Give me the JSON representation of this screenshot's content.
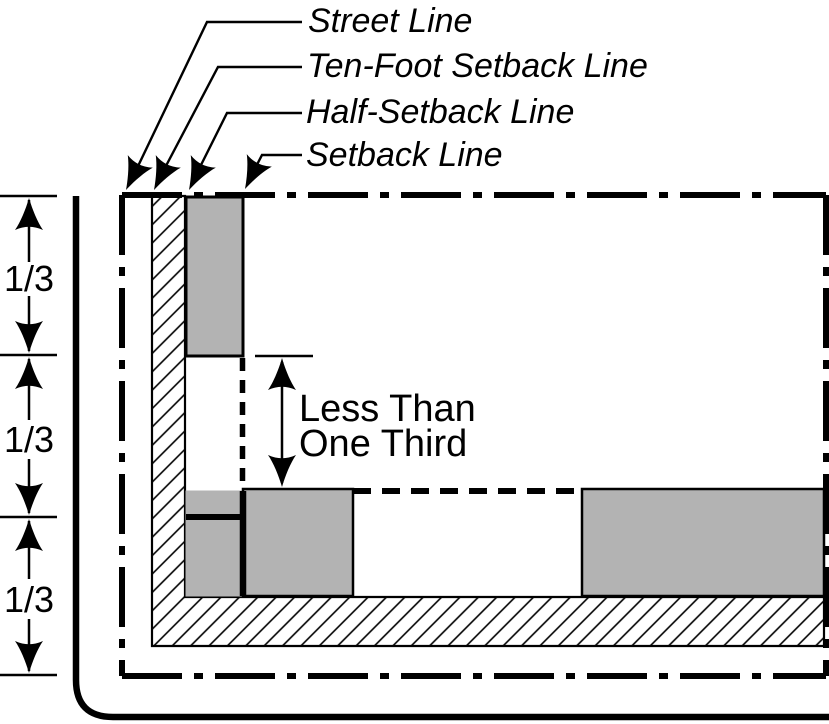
{
  "diagram": {
    "type": "zoning-setback-corner-lot-diagram",
    "callouts": {
      "street_line": "Street Line",
      "ten_foot_setback_line": "Ten-Foot Setback Line",
      "half_setback_line": "Half-Setback Line",
      "setback_line": "Setback Line"
    },
    "fractions": [
      "1/3",
      "1/3",
      "1/3"
    ],
    "annotation": [
      "Less Than",
      "One Third"
    ],
    "colors": {
      "line": "#000000",
      "building_fill": "#b3b3b3",
      "background": "#ffffff"
    }
  }
}
